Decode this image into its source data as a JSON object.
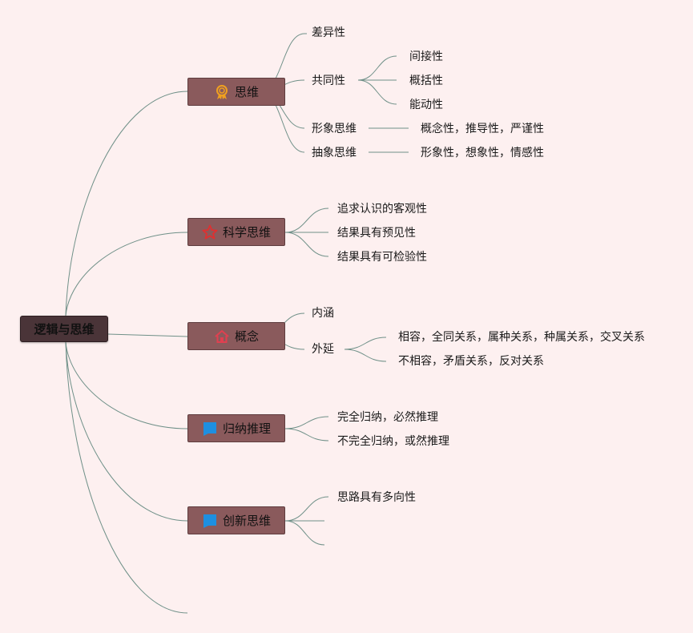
{
  "root": {
    "label": "逻辑与思维"
  },
  "branches": [
    {
      "label": "思维",
      "icon": "ribbon-medal-icon",
      "children": [
        {
          "label": "差异性"
        },
        {
          "label": "共同性",
          "children": [
            "间接性",
            "概括性",
            "能动性"
          ]
        },
        {
          "label": "形象思维",
          "children": [
            "概念性，推导性，严谨性"
          ]
        },
        {
          "label": "抽象思维",
          "children": [
            "形象性，想象性，情感性"
          ]
        }
      ]
    },
    {
      "label": "科学思维",
      "icon": "star-icon",
      "children": [
        {
          "label": "追求认识的客观性"
        },
        {
          "label": "结果具有预见性"
        },
        {
          "label": "结果具有可检验性"
        }
      ]
    },
    {
      "label": "概念",
      "icon": "house-icon",
      "children": [
        {
          "label": "内涵"
        },
        {
          "label": "外延",
          "children": [
            "相容，全同关系，属种关系，种属关系，交叉关系",
            "不相容，矛盾关系，反对关系"
          ]
        }
      ]
    },
    {
      "label": "归纳推理",
      "icon": "flag-icon",
      "children": [
        {
          "label": "完全归纳，必然推理"
        },
        {
          "label": "不完全归纳，或然推理"
        }
      ]
    },
    {
      "label": "创新思维",
      "icon": "flag-icon",
      "children": [
        {
          "label": "思路具有多向性"
        },
        {
          "label": ""
        },
        {
          "label": ""
        }
      ]
    }
  ],
  "colors": {
    "background": "#fdf0f0",
    "line": "#6f9088",
    "root_fill": "#4a3438",
    "branch_fill": "#8a5a5c",
    "medal": "#f0a020",
    "star": "#e03030",
    "house": "#e04050",
    "flag": "#1e8fe0"
  }
}
